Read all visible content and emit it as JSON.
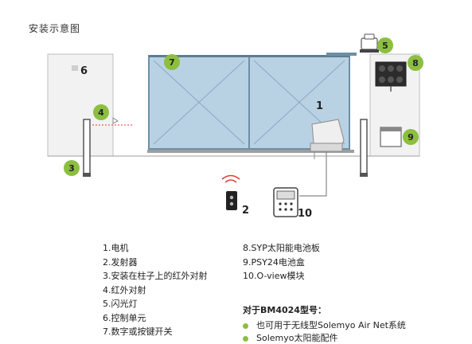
{
  "title": "安装示意图",
  "labels": {
    "motor": "1",
    "transmitter": "2",
    "post_photocell": "3",
    "photocell": "4",
    "flash": "5",
    "control": "6",
    "gate": "7",
    "solar": "8",
    "battery_box": "9",
    "oview": "10"
  },
  "legend_left": [
    "1.电机",
    "2.发射器",
    "3.安装在柱子上的红外对射",
    "4.红外对射",
    "5.闪光灯",
    "6.控制单元",
    "7.数字或按键开关"
  ],
  "legend_right": [
    "8.SYP太阳能电池板",
    "9.PSY24电池盒",
    "10.O-view模块"
  ],
  "note": {
    "title": "对于BM4024型号：",
    "items": [
      "也可用于无线型Solemyo Air Net系统",
      "Solemyo太阳能配件"
    ]
  },
  "colors": {
    "badge_green": "#8cbf3f",
    "gate_fill": "#b9d2e3",
    "infrared_red": "#e33b3b"
  }
}
